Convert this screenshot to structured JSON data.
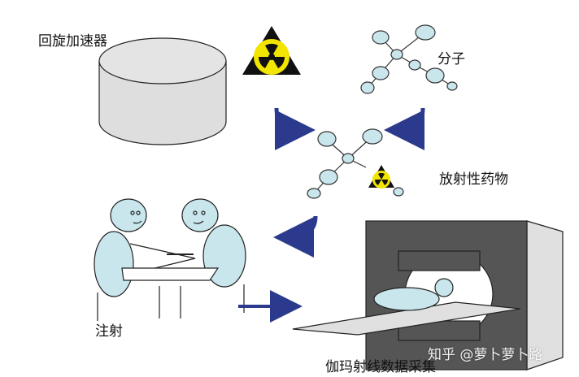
{
  "labels": {
    "cyclotron": "回旋加速器",
    "molecule": "分子",
    "radiopharmaceutical": "放射性药物",
    "injection": "注射",
    "gamma_camera": "伽玛射线数据采集"
  },
  "watermark": "知乎 @萝卜萝卜路",
  "colors": {
    "molecule_fill": "#c8e6ec",
    "person_fill": "#c8e6ec",
    "arrow": "#2b3a8c",
    "radiation_yellow": "#f2e600",
    "radiation_black": "#111111",
    "cyclotron_fill": "#dedede",
    "scanner_dark": "#555555",
    "scanner_light": "#e0e0e0"
  },
  "icons": [
    "radiation-symbol",
    "molecule",
    "curved-arrow",
    "straight-arrow",
    "person",
    "syringe",
    "scanner"
  ]
}
